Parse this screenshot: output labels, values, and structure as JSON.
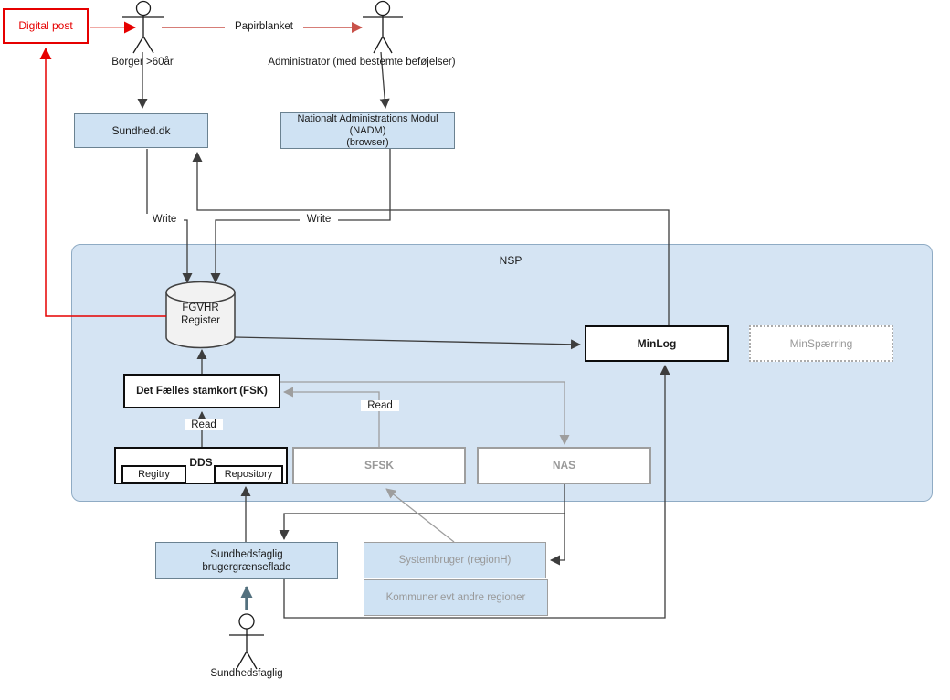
{
  "nodes": {
    "digital_post": {
      "label": "Digital post"
    },
    "borger_actor": {
      "label": "Borger >60år"
    },
    "administrator_actor": {
      "label": "Administrator (med bestemte beføjelser)"
    },
    "sundhed_dk": {
      "label": "Sundhed.dk"
    },
    "nadm": {
      "line1": "Nationalt Administrations Modul",
      "line2": "(NADM)",
      "line3": "(browser)"
    },
    "nsp": {
      "label": "NSP"
    },
    "fgvhr_register": {
      "line1": "FGVHR",
      "line2": "Register"
    },
    "minlog": {
      "label": "MinLog"
    },
    "minspaerring": {
      "label": "MinSpærring"
    },
    "fsk": {
      "label": "Det Fælles stamkort (FSK)"
    },
    "dds": {
      "label": "DDS",
      "registry": "Regitry",
      "repository": "Repository"
    },
    "sfsk": {
      "label": "SFSK"
    },
    "nas": {
      "label": "NAS"
    },
    "sundhedsfaglig_ui": {
      "line1": "Sundhedsfaglig",
      "line2": "brugergrænseflade"
    },
    "systembruger": {
      "label": "Systembruger (regionH)"
    },
    "kommuner": {
      "label": "Kommuner evt andre regioner"
    },
    "sundhedsfaglig_actor": {
      "label": "Sundhedsfaglig"
    }
  },
  "edge_labels": {
    "papirblanket": "Papirblanket",
    "write_sundhed": "Write",
    "write_nadm": "Write",
    "read_dds_fsk": "Read",
    "read_sfsk_fsk": "Read"
  },
  "edges": [
    {
      "from": "digital_post",
      "to": "borger_actor",
      "color": "red"
    },
    {
      "from": "borger_actor",
      "to": "administrator_actor",
      "label": "Papirblanket",
      "color": "red"
    },
    {
      "from": "fgvhr_register",
      "to": "digital_post",
      "color": "red"
    },
    {
      "from": "borger_actor",
      "to": "sundhed_dk",
      "color": "dark"
    },
    {
      "from": "administrator_actor",
      "to": "nadm",
      "color": "dark"
    },
    {
      "from": "sundhed_dk",
      "to": "fgvhr_register",
      "label": "Write",
      "color": "dark"
    },
    {
      "from": "nadm",
      "to": "fgvhr_register",
      "label": "Write",
      "color": "dark"
    },
    {
      "from": "minlog",
      "to": "sundhed_dk",
      "color": "dark"
    },
    {
      "from": "fgvhr_register",
      "to": "minlog",
      "color": "dark"
    },
    {
      "from": "fsk",
      "to": "fgvhr_register",
      "color": "dark"
    },
    {
      "from": "dds",
      "to": "fsk",
      "label": "Read",
      "color": "dark"
    },
    {
      "from": "sfsk",
      "to": "fsk",
      "label": "Read",
      "color": "gray"
    },
    {
      "from": "fsk",
      "to": "nas",
      "color": "gray"
    },
    {
      "from": "nas",
      "to": "sundhedsfaglig_ui",
      "color": "dark"
    },
    {
      "from": "nas",
      "to": "systembruger",
      "color": "dark"
    },
    {
      "from": "systembruger",
      "to": "sfsk",
      "color": "gray"
    },
    {
      "from": "sundhedsfaglig_ui",
      "to": "dds.repository",
      "color": "dark"
    },
    {
      "from": "sundhedsfaglig_ui",
      "to": "minlog",
      "color": "dark"
    },
    {
      "from": "sundhedsfaglig_actor",
      "to": "sundhedsfaglig_ui",
      "color": "slate"
    }
  ],
  "colors": {
    "red_bright": "#e60000",
    "red_pale": "#f0a9a4",
    "red_mid": "#c9524a",
    "dark_line": "#3d3d3d",
    "gray_line": "#9e9e9e",
    "slate_arrow": "#53707e",
    "blue_fill": "#cfe2f3",
    "nsp_fill": "#d5e4f3",
    "gray_text": "#999999"
  }
}
